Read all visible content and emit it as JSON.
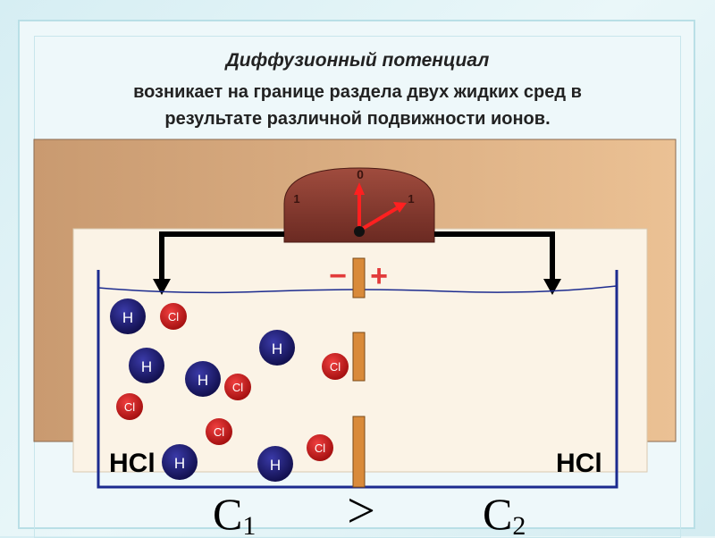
{
  "title": "Диффузионный потенциал",
  "subtitle_line1": "возникает на границе раздела двух жидких сред в",
  "subtitle_line2": "результате различной подвижности ионов.",
  "meter": {
    "zero": "0",
    "left_scale": "1",
    "right_scale": "1"
  },
  "polarity": {
    "minus": "−",
    "plus": "+"
  },
  "solution_left": "HCl",
  "solution_right": "HCl",
  "ion_h": "H",
  "ion_cl": "Cl",
  "concentration": {
    "c_left": "C",
    "sub_left": "1",
    "relation": ">",
    "c_right": "C",
    "sub_right": "2"
  },
  "colors": {
    "backing_board": "#e3b587",
    "solution_panel": "#fbf3e6",
    "meter_body": "#8e4338",
    "electrode_wire": "#000000",
    "membrane": "#d98a3a",
    "h_ion": "#1d1b78",
    "cl_ion": "#cf1d1d",
    "meter_needle": "#ff2020",
    "vessel_outline": "#1c2b8f"
  }
}
